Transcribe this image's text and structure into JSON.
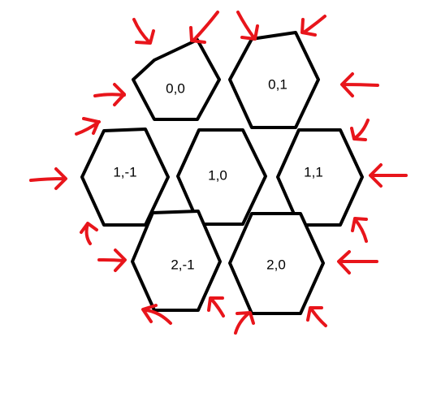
{
  "colors": {
    "hex_stroke": "#000000",
    "arrow": "#e8151b",
    "background": "#ffffff"
  },
  "hexes": [
    {
      "label": "0,0"
    },
    {
      "label": "0,1"
    },
    {
      "label": "1,-1"
    },
    {
      "label": "1,0"
    },
    {
      "label": "1,1"
    },
    {
      "label": "2,-1"
    },
    {
      "label": "2,0"
    }
  ],
  "arrows_count_note": null
}
